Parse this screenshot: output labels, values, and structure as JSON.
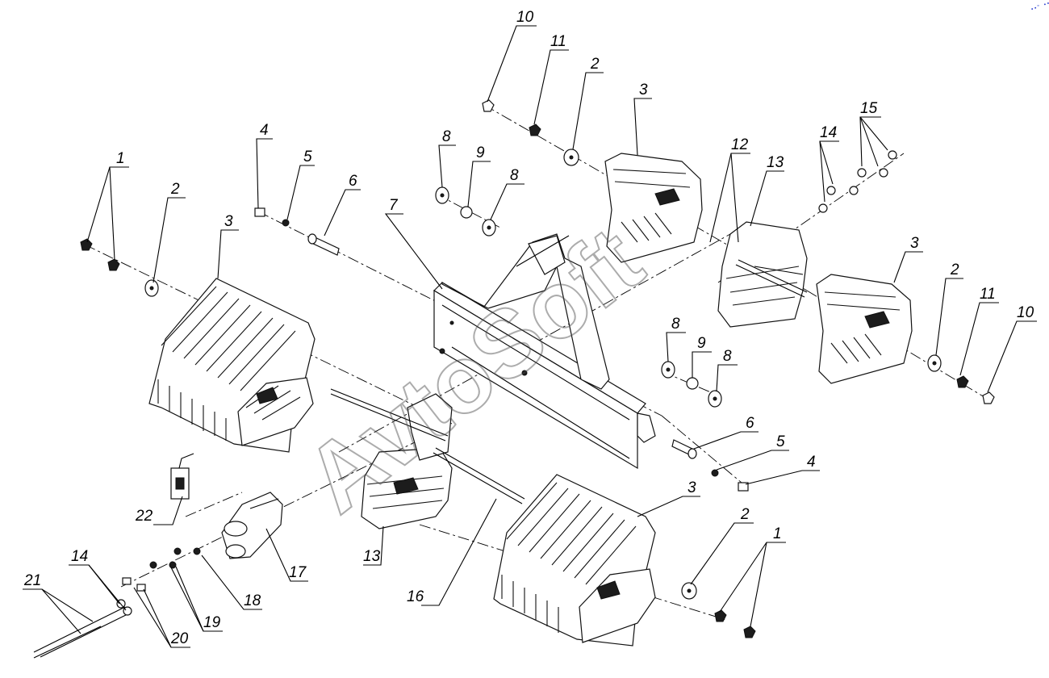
{
  "diagram": {
    "watermark": "AvtoSoft",
    "corner_mark": "••° •••",
    "callouts": [
      {
        "id": "c1a",
        "label": "1"
      },
      {
        "id": "c2a",
        "label": "2"
      },
      {
        "id": "c3a",
        "label": "3"
      },
      {
        "id": "c4a",
        "label": "4"
      },
      {
        "id": "c5a",
        "label": "5"
      },
      {
        "id": "c6a",
        "label": "6"
      },
      {
        "id": "c7",
        "label": "7"
      },
      {
        "id": "c8a",
        "label": "8"
      },
      {
        "id": "c9a",
        "label": "9"
      },
      {
        "id": "c8b",
        "label": "8"
      },
      {
        "id": "c10a",
        "label": "10"
      },
      {
        "id": "c11a",
        "label": "11"
      },
      {
        "id": "c2b",
        "label": "2"
      },
      {
        "id": "c3b",
        "label": "3"
      },
      {
        "id": "c12",
        "label": "12"
      },
      {
        "id": "c13a",
        "label": "13"
      },
      {
        "id": "c14a",
        "label": "14"
      },
      {
        "id": "c15",
        "label": "15"
      },
      {
        "id": "c3c",
        "label": "3"
      },
      {
        "id": "c2c",
        "label": "2"
      },
      {
        "id": "c11b",
        "label": "11"
      },
      {
        "id": "c10b",
        "label": "10"
      },
      {
        "id": "c8c",
        "label": "8"
      },
      {
        "id": "c9b",
        "label": "9"
      },
      {
        "id": "c8d",
        "label": "8"
      },
      {
        "id": "c6b",
        "label": "6"
      },
      {
        "id": "c5b",
        "label": "5"
      },
      {
        "id": "c4b",
        "label": "4"
      },
      {
        "id": "c3d",
        "label": "3"
      },
      {
        "id": "c2d",
        "label": "2"
      },
      {
        "id": "c1b",
        "label": "1"
      },
      {
        "id": "c22",
        "label": "22"
      },
      {
        "id": "c13b",
        "label": "13"
      },
      {
        "id": "c16",
        "label": "16"
      },
      {
        "id": "c17",
        "label": "17"
      },
      {
        "id": "c18",
        "label": "18"
      },
      {
        "id": "c14b",
        "label": "14"
      },
      {
        "id": "c21",
        "label": "21"
      },
      {
        "id": "c19",
        "label": "19"
      },
      {
        "id": "c20",
        "label": "20"
      }
    ]
  }
}
